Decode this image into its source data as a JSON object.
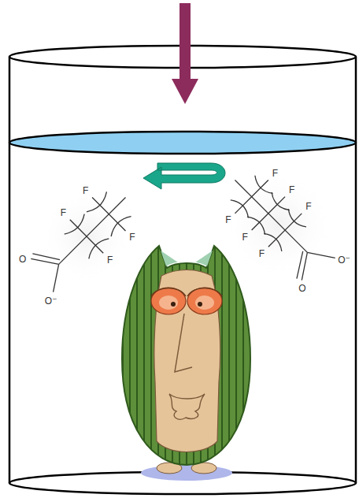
{
  "diagram": {
    "labels": [
      "F",
      "F",
      "F",
      "F",
      "O",
      "O⁻",
      "F",
      "F",
      "F",
      "F",
      "F",
      "F",
      "O",
      "O⁻"
    ]
  }
}
